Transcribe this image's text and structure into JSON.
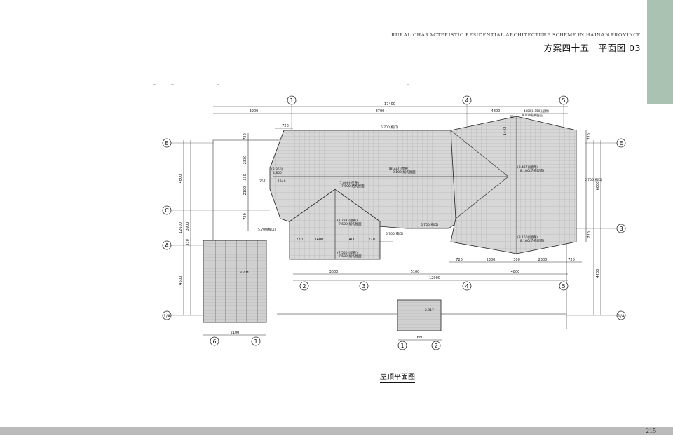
{
  "header": {
    "subtitle": "RURAL CHARACTERISTIC RESIDENTIAL ARCHITECTURE SCHEME IN HAINAN PROVINCE",
    "title": "方案四十五　平面图 03"
  },
  "drawing": {
    "caption": "屋顶平面图",
    "axes_top": [
      "1",
      "4",
      "5"
    ],
    "axes_bottom_main": [
      "2",
      "3",
      "4",
      "5"
    ],
    "axes_bottom_aux_left": [
      "6",
      "1"
    ],
    "axes_bottom_aux_right": [
      "1",
      "2"
    ],
    "axes_left": [
      "E",
      "C",
      "A",
      "1/A"
    ],
    "axes_right": [
      "E",
      "B",
      "1/A"
    ],
    "dims_top": {
      "overall": "17400",
      "segments": [
        "3900",
        "8700",
        "4800"
      ],
      "detail": "720",
      "top_right_note": "4800(8.150)(屋脊)",
      "top_right_note2": "8.100(结构屋面)",
      "small": "60"
    },
    "dims_left": [
      "4800",
      "12600",
      "3900",
      "330",
      "4500"
    ],
    "dims_left_inner": [
      "720",
      "2330",
      "2100",
      "330",
      "720"
    ],
    "dims_bottom_inner": [
      "720",
      "1400",
      "1400",
      "720"
    ],
    "dims_bottom": [
      "3000",
      "5100",
      "4800"
    ],
    "dims_bottom_total": "12900",
    "dims_right_inner": [
      "720",
      "2300",
      "300",
      "2300",
      "720"
    ],
    "dims_right": [
      "6000",
      "4200"
    ],
    "dims_right_small": [
      "1443",
      "720",
      "720"
    ],
    "stair_width": "2100",
    "roof_box_width": "1680",
    "elevations": {
      "ridge_main": "(8.337)(屋脊)",
      "ridge_main2": "8.100(结构屋面)",
      "eave_top": "5.700(檐口)",
      "eave_left": "5.700(檐口)",
      "eave_right": "5.700(檐口)",
      "eave_center": "5.700(檐口)",
      "eave_bottom": "5.700(檐口)",
      "left_ridge": "(8.850)",
      "left_ridge2": "4.800",
      "left_small": "257",
      "left_dim": "1340",
      "front_ridge": "(7.800)(屋脊)",
      "front_ridge2": "7.500(结构屋面)",
      "front_mid": "(7.737)(屋脊)",
      "front_mid2": "7.500(结构屋面)",
      "front_low": "(7.550)(屋脊)",
      "front_low2": "7.500(结构屋面)",
      "right_ridge": "(8.457)(屋脊)",
      "right_ridge2": "8.100(结构屋面)",
      "right_low": "(8.150)(屋脊)",
      "right_low2": "8.100(结构屋面)",
      "stair_level": "3.204",
      "box_level": "2.917"
    }
  },
  "page_number": "215",
  "colors": {
    "side_tab": "#a9c2b1",
    "footer_band": "#bbbbbb",
    "roof_fill": "#d7d7d7",
    "line": "#222222"
  }
}
